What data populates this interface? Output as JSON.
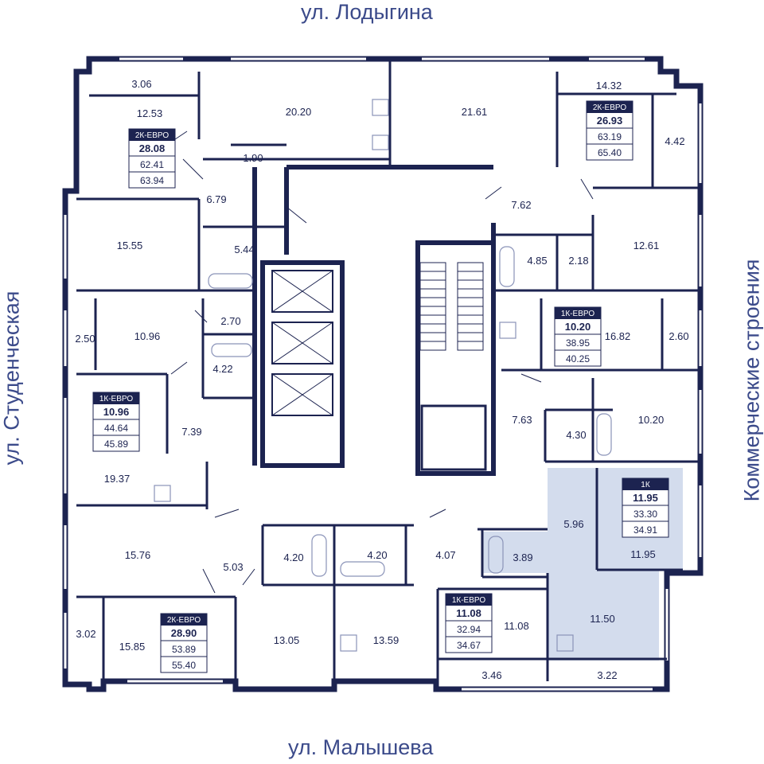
{
  "streets": {
    "top": "ул. Лодыгина",
    "bottom": "ул. Малышева",
    "left": "ул. Студенческая",
    "right": "Коммерческие строения"
  },
  "colors": {
    "wall": "#1c2350",
    "highlight": "#d3dced",
    "street_text": "#3b4a8a"
  },
  "apartments": [
    {
      "type": "2К-ЕВРО",
      "living": "28.08",
      "total": "62.41",
      "total_with_balcony": "63.94"
    },
    {
      "type": "2К-ЕВРО",
      "living": "26.93",
      "total": "63.19",
      "total_with_balcony": "65.40"
    },
    {
      "type": "1К-ЕВРО",
      "living": "10.20",
      "total": "38.95",
      "total_with_balcony": "40.25"
    },
    {
      "type": "1К-ЕВРО",
      "living": "10.96",
      "total": "44.64",
      "total_with_balcony": "45.89"
    },
    {
      "type": "1К",
      "living": "11.95",
      "total": "33.30",
      "total_with_balcony": "34.91"
    },
    {
      "type": "1К-ЕВРО",
      "living": "11.08",
      "total": "32.94",
      "total_with_balcony": "34.67"
    },
    {
      "type": "2К-ЕВРО",
      "living": "28.90",
      "total": "53.89",
      "total_with_balcony": "55.40"
    }
  ],
  "rooms": [
    "3.06",
    "12.53",
    "20.20",
    "1.90",
    "21.61",
    "14.32",
    "4.42",
    "6.79",
    "7.62",
    "15.55",
    "5.44",
    "4.85",
    "2.18",
    "12.61",
    "2.70",
    "10.96",
    "2.50",
    "16.82",
    "2.60",
    "4.22",
    "7.39",
    "7.63",
    "4.30",
    "10.20",
    "19.37",
    "5.96",
    "11.95",
    "15.76",
    "4.20",
    "4.20",
    "4.07",
    "3.89",
    "5.03",
    "11.50",
    "3.02",
    "15.85",
    "13.05",
    "13.59",
    "11.08",
    "3.46",
    "3.22"
  ]
}
